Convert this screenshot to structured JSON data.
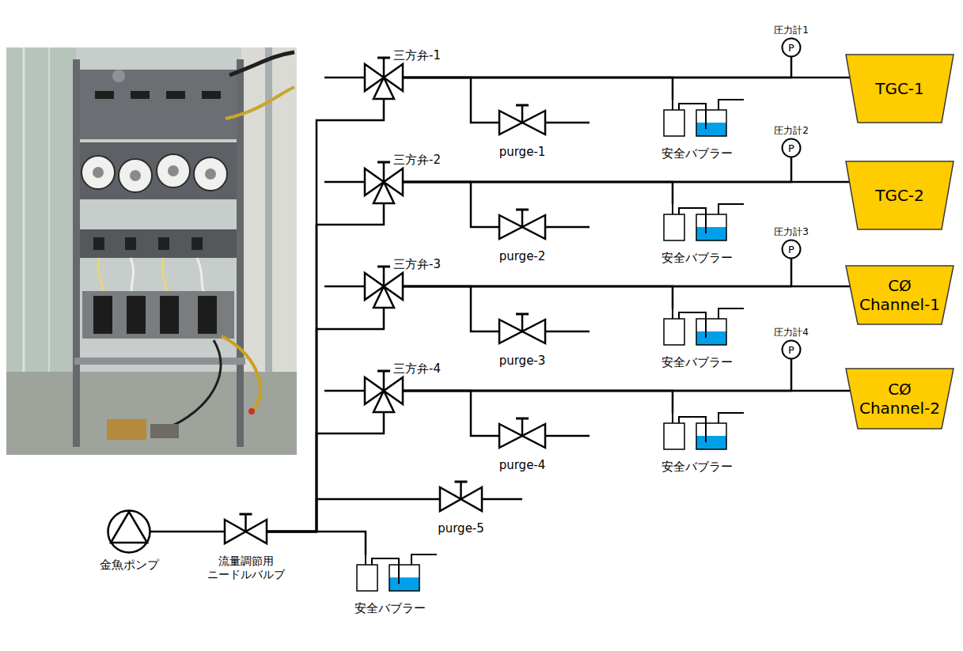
{
  "diagram": {
    "nodes": [
      {
        "text": [
          "圧力計1",
          "P"
        ]
      },
      {
        "text": [
          "三方弁-1"
        ]
      },
      {
        "text": [
          "purge-1"
        ]
      },
      {
        "text": [
          "安全バブラー"
        ]
      },
      {
        "text": [
          "TGC-1"
        ]
      },
      {
        "text": [
          "圧力計2",
          "P"
        ]
      },
      {
        "text": [
          "三方弁-2"
        ]
      },
      {
        "text": [
          "purge-2"
        ]
      },
      {
        "text": [
          "安全バブラー"
        ]
      },
      {
        "text": [
          "TGC-2"
        ]
      },
      {
        "text": [
          "圧力計3",
          "P"
        ]
      },
      {
        "text": [
          "三方弁-3"
        ]
      },
      {
        "text": [
          "purge-3"
        ]
      },
      {
        "text": [
          "安全バブラー"
        ]
      },
      {
        "text": [
          "CØ Channel-1"
        ]
      },
      {
        "text": [
          "圧力計4",
          "P"
        ]
      },
      {
        "text": [
          "三方弁-4"
        ]
      },
      {
        "text": [
          "purge-4"
        ]
      },
      {
        "text": [
          "安全バブラー"
        ]
      },
      {
        "text": [
          "CØ Channel-2"
        ]
      },
      {
        "text": [
          "purge-5"
        ]
      },
      {
        "text": [
          "金魚ポンプ"
        ]
      },
      {
        "text": [
          "流量調節用 ニードルバルブ"
        ]
      },
      {
        "text": [
          "安全バブラー"
        ]
      }
    ],
    "edges": [
      {
        "from": 21,
        "to": 22,
        "arrow": "none"
      },
      {
        "from": 22,
        "to": 1,
        "arrow": "none"
      },
      {
        "from": 22,
        "to": 6,
        "arrow": "none"
      },
      {
        "from": 22,
        "to": 11,
        "arrow": "none"
      },
      {
        "from": 22,
        "to": 16,
        "arrow": "none"
      },
      {
        "from": 22,
        "to": 20,
        "arrow": "none"
      },
      {
        "from": 22,
        "to": 23,
        "arrow": "none"
      },
      {
        "from": 1,
        "to": 2,
        "arrow": "none"
      },
      {
        "from": 1,
        "to": 3,
        "arrow": "none"
      },
      {
        "from": 1,
        "to": 0,
        "arrow": "none"
      },
      {
        "from": 1,
        "to": 4,
        "arrow": "none"
      },
      {
        "from": 6,
        "to": 7,
        "arrow": "none"
      },
      {
        "from": 6,
        "to": 8,
        "arrow": "none"
      },
      {
        "from": 6,
        "to": 5,
        "arrow": "none"
      },
      {
        "from": 6,
        "to": 9,
        "arrow": "none"
      },
      {
        "from": 11,
        "to": 12,
        "arrow": "none"
      },
      {
        "from": 11,
        "to": 13,
        "arrow": "none"
      },
      {
        "from": 11,
        "to": 10,
        "arrow": "none"
      },
      {
        "from": 11,
        "to": 14,
        "arrow": "none"
      },
      {
        "from": 16,
        "to": 17,
        "arrow": "none"
      },
      {
        "from": 16,
        "to": 18,
        "arrow": "none"
      },
      {
        "from": 16,
        "to": 15,
        "arrow": "none"
      },
      {
        "from": 16,
        "to": 19,
        "arrow": "none"
      }
    ]
  }
}
